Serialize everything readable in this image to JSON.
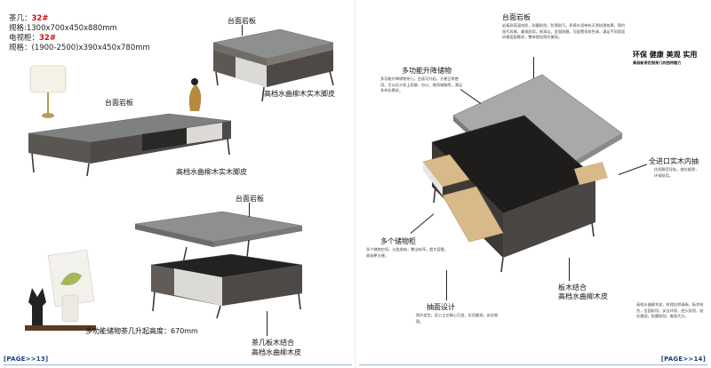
{
  "left": {
    "spec": {
      "tea_label": "茶几：",
      "tea_model": "32#",
      "tea_size": "规格:1300x700x450x880mm",
      "tv_label": "电视柜：",
      "tv_model": "32#",
      "tv_size": "规格：(1900-2500)x390x450x780mm"
    },
    "labels": {
      "top_slab_1": "台面岩板",
      "material_1": "高档水曲柳木实木脚皮",
      "top_slab_2": "台面岩板",
      "material_2": "高档水曲柳木实木脚皮",
      "top_slab_3": "台面岩板",
      "lift_caption": "多功能储物茶几升起高度：670mm",
      "frame_1": "茶几板木结合",
      "frame_2": "高档水曲柳木皮"
    },
    "page_number": "[PAGE>>13]"
  },
  "right": {
    "labels": {
      "top_slab": "台面岩板",
      "eco": "环保 健康 美观 实用",
      "eco_sub": "高级新茶定制茶几的独特魅力",
      "multi_lift": "多功能升降储物",
      "rail": "全进口实木内抽",
      "storage": "多个储物柜",
      "board": "板木结合",
      "board_sub": "高档水曲柳木皮",
      "drawer": "抽面设计"
    },
    "paragraphs": {
      "top_slab": "岩板耐高温材质，耐磨耐刮，防滑耐污。质感丰润带有天然纹理效果，简约现代风格，美观耐用。易清洁，坚固耐磨。可配置多款色调，满足不同家居风格搭配需求，整体视觉简约美观。",
      "multi_lift": "多功能升降储物茶几，台面可升起，方便日常使用。可以在沙发上用餐、办公、使用电脑等，满足多样化需求。",
      "rail": "优质静音导轨，推拉顺滑，环保耐用。",
      "storage": "多个储物空间，分类收纳，整洁有序。超大容量，收纳更方便。",
      "board": "高档水曲柳木皮，纹理自然清晰，板木结合，坚固耐用，安全环保，经久耐用，结实稳固，耐磨耐刮，美观大方。",
      "drawer": "简约造型，匠心工艺精心打造，实用美观，安全稳固。"
    },
    "page_number": "[PAGE>>14]"
  },
  "colors": {
    "stone": "#8e9090",
    "wood_dark": "#55504d",
    "wood_light": "#d8b98a",
    "leg": "#3d3936",
    "accent_red": "#d01010",
    "page_blue": "#1c3f7a"
  }
}
